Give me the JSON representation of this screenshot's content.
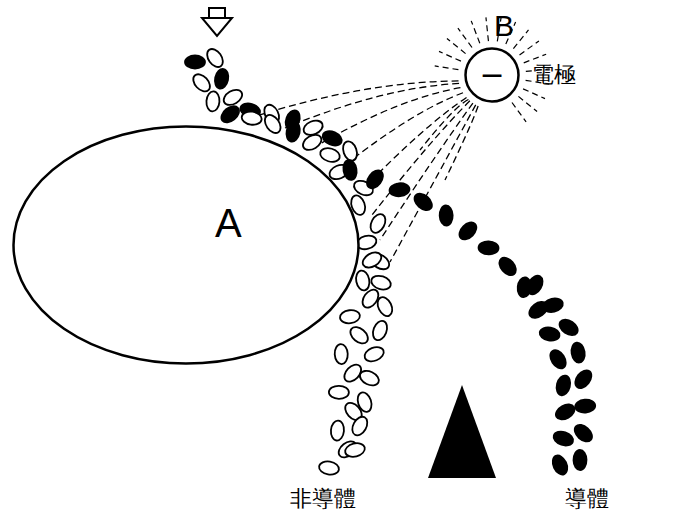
{
  "diagram": {
    "nodes": [
      {
        "text": [
          "A"
        ]
      },
      {
        "text": [
          "B",
          "−"
        ]
      }
    ],
    "labels": [
      "電極",
      "非導體",
      "導體"
    ]
  }
}
